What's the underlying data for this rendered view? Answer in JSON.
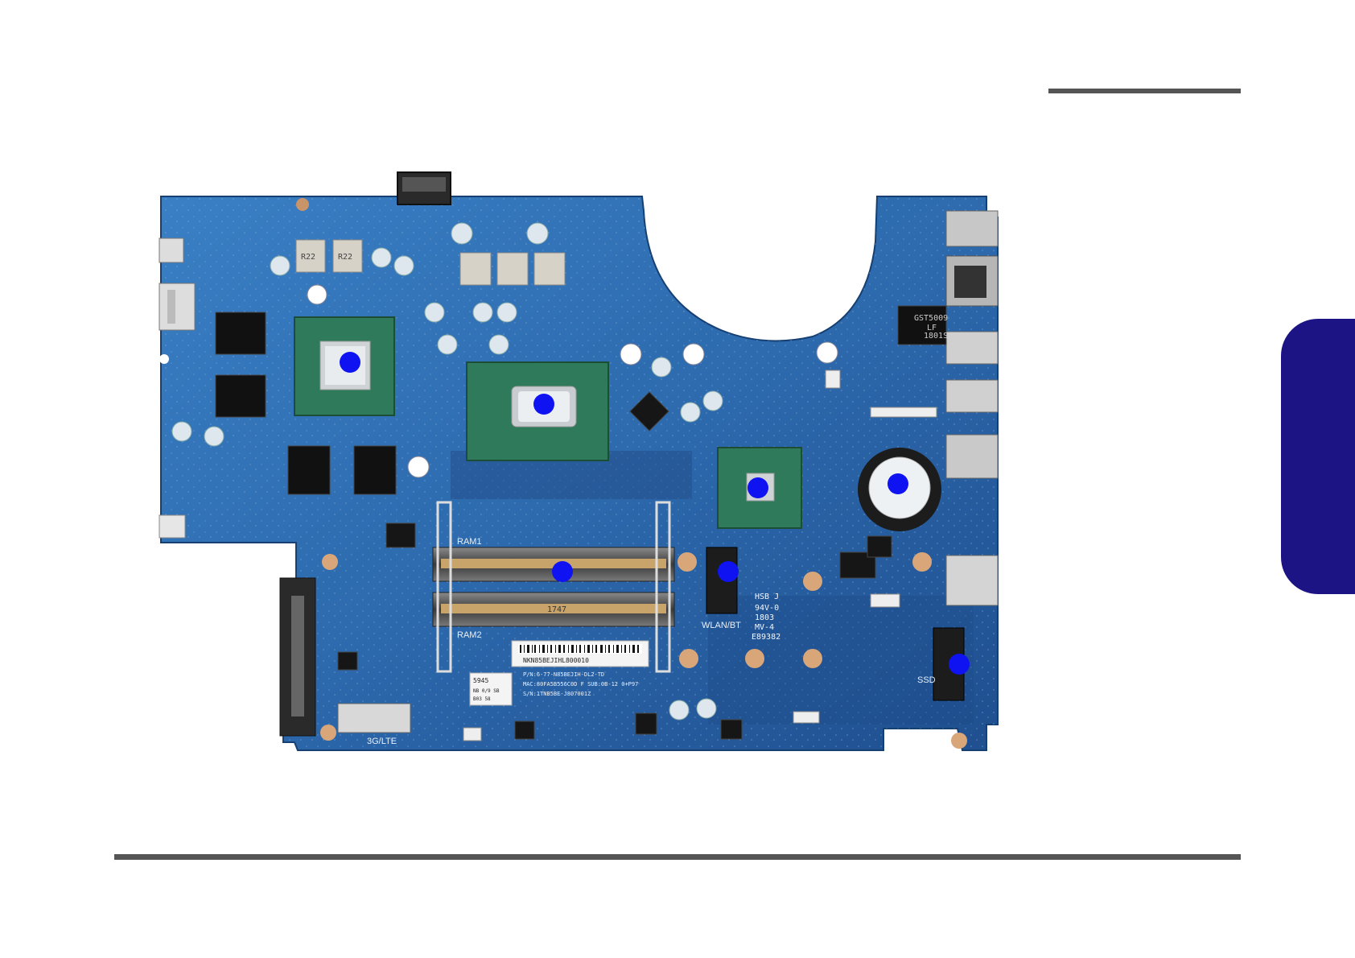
{
  "colors": {
    "rule": "#555555",
    "side_tab": "#1c1484",
    "pcb": "#2f6fb1",
    "pcb_dark": "#1f4f8c",
    "marker": "#0f13f2"
  },
  "silkscreen": {
    "ram1": "RAM1",
    "ram2": "RAM2",
    "wlan_bt": "WLAN/BT",
    "ssd": "SSD",
    "lte": "3G/LTE",
    "cert_1": "HSB J",
    "cert_2": "94V-0",
    "cert_3": "1803",
    "cert_4": "MV-4",
    "cert_5": "E89382",
    "dimm_code": "1747",
    "inductor_a": "R22",
    "inductor_b": "R22",
    "lan_chip_1": "GST5009",
    "lan_chip_2": "LF",
    "lan_chip_3": "1801S",
    "sticker_barcode_text": "NKN85BEJIHL800010",
    "sticker_line_1": "P/N:6-77-N85BEJIH-DL2-TD",
    "sticker_line_2": "MAC:80FA5B556C0D F SUB:0B-12 0+P97",
    "sticker_line_3": "S/N:1TNB5BE-J807001Z",
    "small_label_1": "5945",
    "small_label_2": "NB 0/9 SB",
    "small_label_3": "B03 58"
  },
  "markers": [
    {
      "name": "gpu-marker"
    },
    {
      "name": "cpu-marker"
    },
    {
      "name": "pch-marker"
    },
    {
      "name": "cmos-battery-marker"
    },
    {
      "name": "ram-slots-marker"
    },
    {
      "name": "wlan-slot-marker"
    },
    {
      "name": "ssd-slot-marker"
    }
  ]
}
